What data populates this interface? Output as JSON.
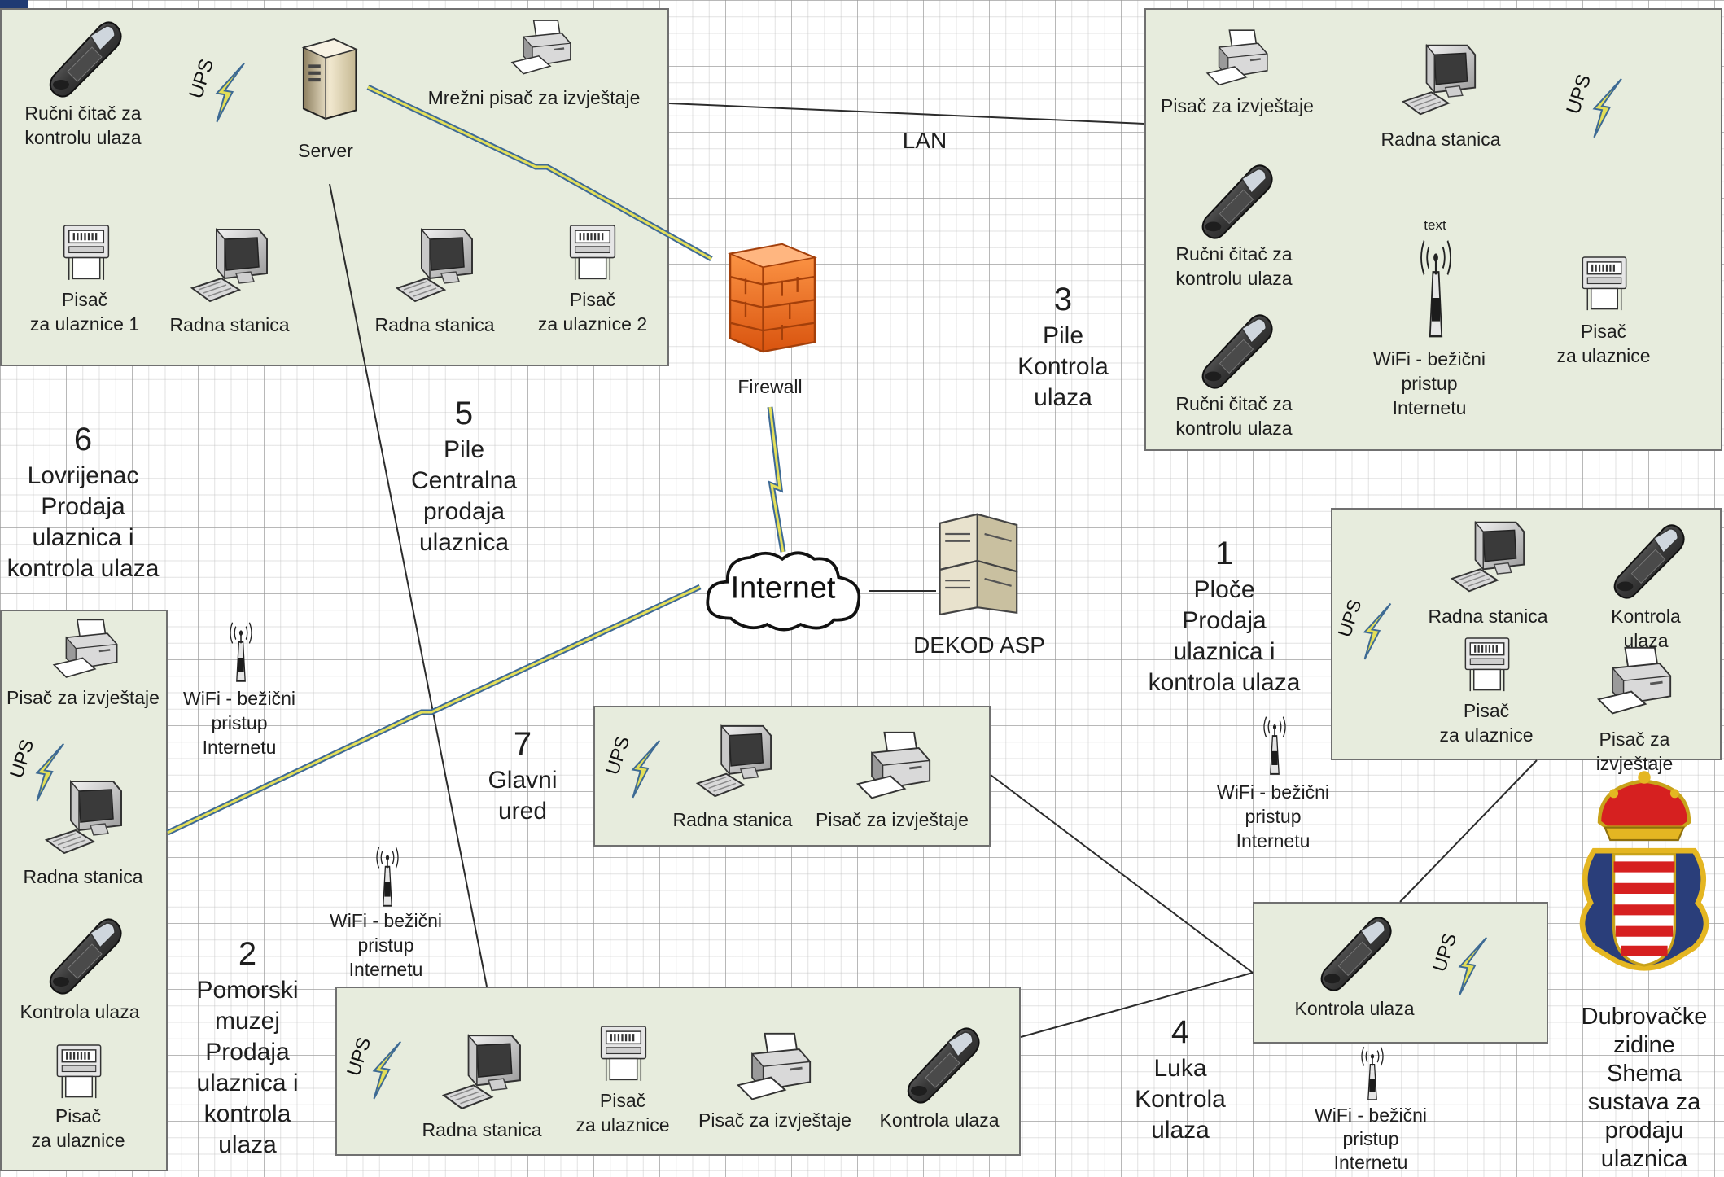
{
  "labels": {
    "reader": "Ručni čitač za\nkontrolu ulaza",
    "server": "Server",
    "net_printer": "Mrežni pisač za izvještaje",
    "printer_tickets1": "Pisač\nza ulaznice 1",
    "printer_tickets2": "Pisač\nza ulaznice 2",
    "printer_tickets": "Pisač\nza ulaznice",
    "workstation": "Radna stanica",
    "report_printer": "Pisač za izvještaje",
    "entry_control": "Kontrola ulaza",
    "wifi": "WiFi - bežični\npristup\nInternetu",
    "ups": "UPS",
    "firewall": "Firewall",
    "internet": "Internet",
    "dekod": "DEKOD ASP",
    "lan": "LAN",
    "text_tag": "text"
  },
  "zones": {
    "z1": {
      "num": "1",
      "text": "Ploče\nProdaja\nulaznica i\nkontrola ulaza"
    },
    "z2": {
      "num": "2",
      "text": "Pomorski\nmuzej\nProdaja\nulaznica i\nkontrola\nulaza"
    },
    "z3": {
      "num": "3",
      "text": "Pile\nKontrola\nulaza"
    },
    "z4": {
      "num": "4",
      "text": "Luka\nKontrola\nulaza"
    },
    "z5": {
      "num": "5",
      "text": "Pile\nCentralna\nprodaja\nulaznica"
    },
    "z6": {
      "num": "6",
      "text": "Lovrijenac\nProdaja\nulaznica i\nkontrola ulaza"
    },
    "z7": {
      "num": "7",
      "text": "Glavni\nured"
    }
  },
  "legend": "Dubrovačke\nzidine\nShema\nsustava za\nprodaju\nulaznica",
  "colors": {
    "panel": "#e7ecdd",
    "firewall": "#f07a2a",
    "lightning": "#e8e060",
    "grid": "#b4b4b4"
  },
  "icons": [
    "reader-icon",
    "server-icon",
    "printer-icon",
    "ticket-printer-icon",
    "workstation-icon",
    "ups-icon",
    "wifi-icon",
    "firewall-icon",
    "cloud-icon",
    "server-rack-icon",
    "coat-of-arms-icon"
  ]
}
